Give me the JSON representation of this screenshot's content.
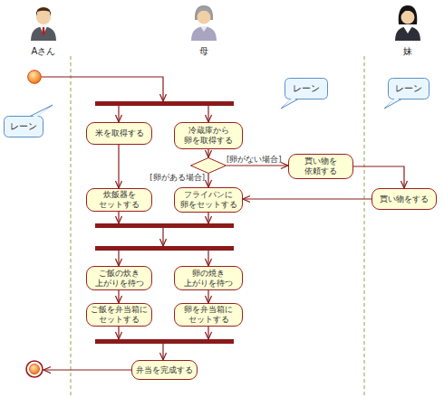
{
  "diagram": {
    "nodes": [
      {
        "text": []
      },
      {
        "text": [
          "レーン"
        ]
      },
      {
        "text": [
          "レーン"
        ]
      },
      {
        "text": []
      },
      {
        "text": [
          "レーン"
        ]
      },
      {
        "text": [
          "米を取得する"
        ]
      },
      {
        "text": [
          "冷蔵庫から 卵を取得する"
        ]
      },
      {
        "text": [
          "買い物を 依頼する"
        ]
      },
      {
        "text": []
      },
      {
        "text": [
          "炊飯器を セットする"
        ]
      },
      {
        "text": [
          "フライパンに 卵をセットする"
        ]
      },
      {
        "text": [
          "買い物をする"
        ]
      },
      {
        "text": []
      },
      {
        "text": []
      },
      {
        "text": [
          "ご飯の炊き 上がりを待つ"
        ]
      },
      {
        "text": [
          "卵の焼き 上がりを待つ"
        ]
      },
      {
        "text": [
          "ご飯を弁当箱に セットする"
        ]
      },
      {
        "text": [
          "卵を弁当箱に セットする"
        ]
      },
      {
        "text": []
      },
      {
        "text": [
          "弁当を完成する"
        ]
      },
      {
        "text": []
      }
    ],
    "edges": [
      {
        "from": 0,
        "to": 3,
        "arrow": "to"
      },
      {
        "from": 3,
        "to": 5,
        "arrow": "to"
      },
      {
        "from": 3,
        "to": 6,
        "arrow": "to"
      },
      {
        "from": 5,
        "to": 9,
        "arrow": "to"
      },
      {
        "from": 6,
        "to": 8,
        "arrow": "to"
      },
      {
        "from": 8,
        "to": 7,
        "label": "[卵がない場合]",
        "arrow": "to"
      },
      {
        "from": 8,
        "to": 10,
        "label": "[卵がある場合]",
        "arrow": "to"
      },
      {
        "from": 7,
        "to": 11,
        "arrow": "to"
      },
      {
        "from": 11,
        "to": 10,
        "arrow": "to"
      },
      {
        "from": 9,
        "to": 12,
        "arrow": "to"
      },
      {
        "from": 10,
        "to": 12,
        "arrow": "to"
      },
      {
        "from": 12,
        "to": 13,
        "arrow": "to"
      },
      {
        "from": 13,
        "to": 14,
        "arrow": "to"
      },
      {
        "from": 13,
        "to": 15,
        "arrow": "to"
      },
      {
        "from": 14,
        "to": 16,
        "arrow": "to"
      },
      {
        "from": 15,
        "to": 17,
        "arrow": "to"
      },
      {
        "from": 16,
        "to": 18,
        "arrow": "to"
      },
      {
        "from": 17,
        "to": 18,
        "arrow": "to"
      },
      {
        "from": 18,
        "to": 19,
        "arrow": "to"
      },
      {
        "from": 19,
        "to": 20,
        "arrow": "to"
      }
    ],
    "labels": [
      "Aさん",
      "母",
      "妹"
    ]
  }
}
